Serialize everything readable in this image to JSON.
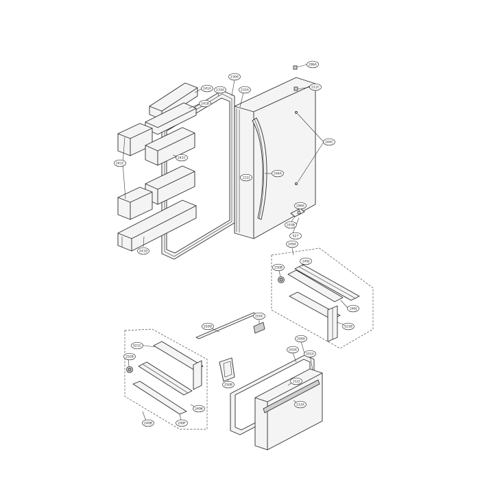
{
  "callouts": [
    {
      "text": "286A"
    },
    {
      "text": "212C"
    },
    {
      "text": "230A"
    },
    {
      "text": "231A"
    },
    {
      "text": "233A"
    },
    {
      "text": "241A"
    },
    {
      "text": "241B"
    },
    {
      "text": "241C"
    },
    {
      "text": "241C"
    },
    {
      "text": "244C"
    },
    {
      "text": "244A"
    },
    {
      "text": "212J"
    },
    {
      "text": "241D"
    },
    {
      "text": "286A"
    },
    {
      "text": "243B"
    },
    {
      "text": "S27"
    },
    {
      "text": "249A"
    },
    {
      "text": "249J"
    },
    {
      "text": "250B"
    },
    {
      "text": "249J"
    },
    {
      "text": "S21B"
    },
    {
      "text": "250D"
    },
    {
      "text": "250C"
    },
    {
      "text": "200A"
    },
    {
      "text": "203A"
    },
    {
      "text": "201A"
    },
    {
      "text": "212J"
    },
    {
      "text": "212A"
    },
    {
      "text": "S21C"
    },
    {
      "text": "252B"
    },
    {
      "text": "250B"
    },
    {
      "text": "249K"
    },
    {
      "text": "249B"
    },
    {
      "text": "249F"
    }
  ]
}
